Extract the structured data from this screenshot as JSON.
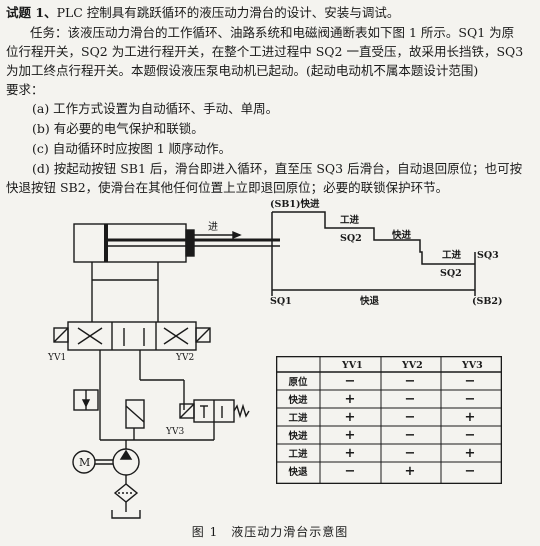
{
  "problem": {
    "title_label": "试题 1、",
    "title_text": "PLC 控制具有跳跃循环的液压动力滑台的设计、安装与调试。",
    "task_lines": [
      "任务：该液压动力滑台的工作循环、油路系统和电磁阀通断表如下图 1 所示。SQ1 为原",
      "位行程开关，SQ2 为工进行程开关，在整个工进过程中 SQ2 一直受压，故采用长挡铁，SQ3",
      "为加工终点行程开关。本题假设液压泵电动机已起动。(起动电动机不属本题设计范围)"
    ],
    "requirements_label": "要求：",
    "requirements": [
      "(a) 工作方式设置为自动循环、手动、单周。",
      "(b) 有必要的电气保护和联锁。",
      "(c) 自动循环时应按图 1 顺序动作。",
      "(d) 按起动按钮 SB1 后，滑台即进入循环，直至压 SQ3 后滑台，自动退回原位；也可按"
    ],
    "requirement_d_cont": "快退按钮 SB2，使滑台在其他任何位置上立即退回原位；必要的联锁保护环节。"
  },
  "hydraulic": {
    "arrow_label": "进",
    "yv1": "YV1",
    "yv2": "YV2",
    "yv3": "YV3",
    "motor": "M"
  },
  "sequence": {
    "sb1_fast": "(SB1)快进",
    "work1": "工进",
    "sq2_a": "SQ2",
    "fast2": "快进",
    "work2": "工进",
    "sq3": "SQ3",
    "sq2_b": "SQ2",
    "sq1": "SQ1",
    "return": "快退",
    "sb2": "(SB2)"
  },
  "table": {
    "headers": [
      "",
      "YV1",
      "YV2",
      "YV3"
    ],
    "rows": [
      [
        "原位",
        "−",
        "−",
        "−"
      ],
      [
        "快进",
        "+",
        "−",
        "−"
      ],
      [
        "工进",
        "+",
        "−",
        "+"
      ],
      [
        "快进",
        "+",
        "−",
        "−"
      ],
      [
        "工进",
        "+",
        "−",
        "+"
      ],
      [
        "快退",
        "−",
        "+",
        "−"
      ]
    ]
  },
  "caption": "图 1　液压动力滑台示意图"
}
